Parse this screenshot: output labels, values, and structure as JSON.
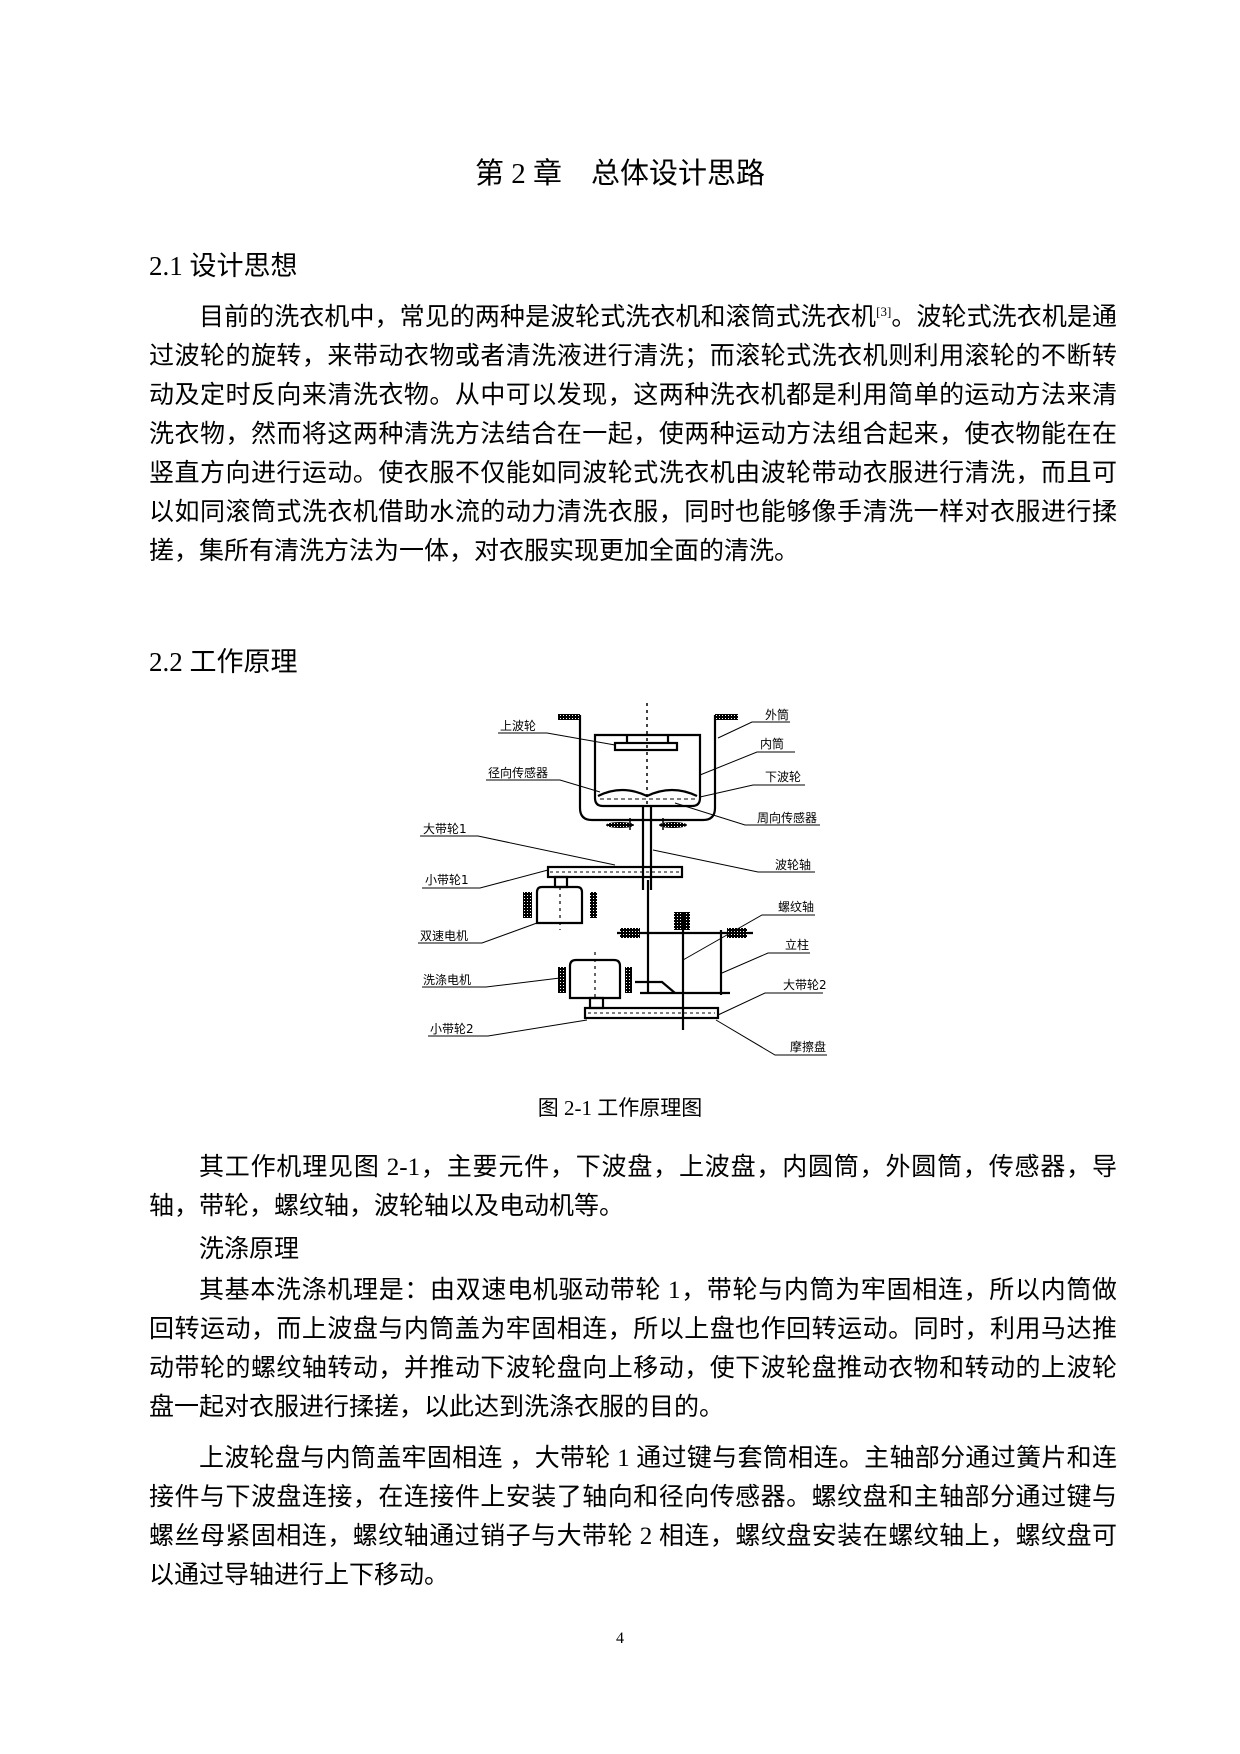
{
  "chapter_title": "第 2 章　总体设计思路",
  "section_1": {
    "heading": "2.1  设计思想",
    "paragraph_before_ref": "目前的洗衣机中，常见的两种是波轮式洗衣机和滚筒式洗衣机",
    "reference": "[3]",
    "paragraph_after_ref": "。波轮式洗衣机是通过波轮的旋转，来带动衣物或者清洗液进行清洗；而滚轮式洗衣机则利用滚轮的不断转动及定时反向来清洗衣物。从中可以发现，这两种洗衣机都是利用简单的运动方法来清洗衣物，然而将这两种清洗方法结合在一起，使两种运动方法组合起来，使衣物能在在竖直方向进行运动。使衣服不仅能如同波轮式洗衣机由波轮带动衣服进行清洗，而且可以如同滚筒式洗衣机借助水流的动力清洗衣服，同时也能够像手清洗一样对衣服进行揉搓，集所有清洗方法为一体，对衣服实现更加全面的清洗。"
  },
  "section_2": {
    "heading": "2.2  工作原理",
    "figure": {
      "caption": "图 2-1  工作原理图",
      "labels": {
        "upper_impeller": "上波轮",
        "radial_sensor": "径向传感器",
        "large_pulley_1": "大带轮1",
        "small_pulley_1": "小带轮1",
        "dual_speed_motor": "双速电机",
        "washing_motor": "洗涤电机",
        "small_pulley_2": "小带轮2",
        "outer_tub": "外筒",
        "inner_tub": "内筒",
        "lower_impeller": "下波轮",
        "circumferential_sensor": "周向传感器",
        "impeller_shaft": "波轮轴",
        "screw_shaft": "螺纹轴",
        "column": "立柱",
        "large_pulley_2": "大带轮2",
        "friction_disc": "摩擦盘"
      }
    },
    "paragraph_1": "其工作机理见图 2-1，主要元件，下波盘，上波盘，内圆筒，外圆筒，传感器，导轴，带轮，螺纹轴，波轮轴以及电动机等。",
    "subheading": "洗涤原理",
    "paragraph_2": "其基本洗涤机理是：由双速电机驱动带轮 1，带轮与内筒为牢固相连，所以内筒做回转运动，而上波盘与内筒盖为牢固相连，所以上盘也作回转运动。同时，利用马达推动带轮的螺纹轴转动，并推动下波轮盘向上移动，使下波轮盘推动衣物和转动的上波轮盘一起对衣服进行揉搓，以此达到洗涤衣服的目的。",
    "paragraph_3": "上波轮盘与内筒盖牢固相连 ，大带轮 1 通过键与套筒相连。主轴部分通过簧片和连接件与下波盘连接，在连接件上安装了轴向和径向传感器。螺纹盘和主轴部分通过键与螺丝母紧固相连，螺纹轴通过销子与大带轮 2 相连，螺纹盘安装在螺纹轴上，螺纹盘可以通过导轴进行上下移动。"
  },
  "page_number": "4"
}
